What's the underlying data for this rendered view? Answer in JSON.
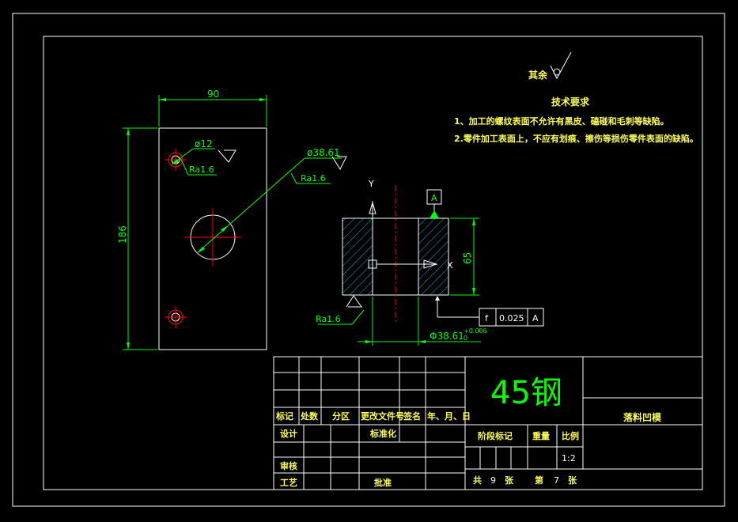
{
  "roughness": {
    "label": "其余"
  },
  "tech": {
    "title": "技术要求",
    "line1": "1、加工的螺纹表面不允许有黑皮、磕碰和毛刺等缺陷。",
    "line2": "2.零件加工表面上，不应有划痕、擦伤等损伤零件表面的缺陷。"
  },
  "dims": {
    "width": "90",
    "height": "186",
    "small_hole": "ø12",
    "big_hole": "ø38.61",
    "thickness": "65",
    "bore": "Φ38.61",
    "bore_tol_upper": "+0.006",
    "bore_tol_lower": "0"
  },
  "finishes": {
    "small_hole": "Ra1.6",
    "big_hole": "Ra1.6",
    "side": "Ra1.6"
  },
  "datum": {
    "label": "A"
  },
  "tolerance": {
    "symbol": "f",
    "value": "0.025",
    "datum": "A"
  },
  "axes": {
    "y": "Y",
    "x": "X"
  },
  "title_block": {
    "material": "45钢",
    "part_name": "落料凹模",
    "rev": {
      "mark": "标记",
      "count": "处数",
      "zone": "分区",
      "doc": "更改文件号",
      "sign": "签名",
      "date": "年、月、日"
    },
    "design": "设计",
    "standard": "标准化",
    "review": "审核",
    "process": "工艺",
    "approve": "批准",
    "stage": "阶段标记",
    "weight": "重量",
    "scale_label": "比例",
    "scale": "1:2",
    "sheets": {
      "total_prefix": "共",
      "total": "9",
      "total_suffix": "张",
      "num_prefix": "第",
      "num": "7",
      "num_suffix": "张"
    }
  }
}
